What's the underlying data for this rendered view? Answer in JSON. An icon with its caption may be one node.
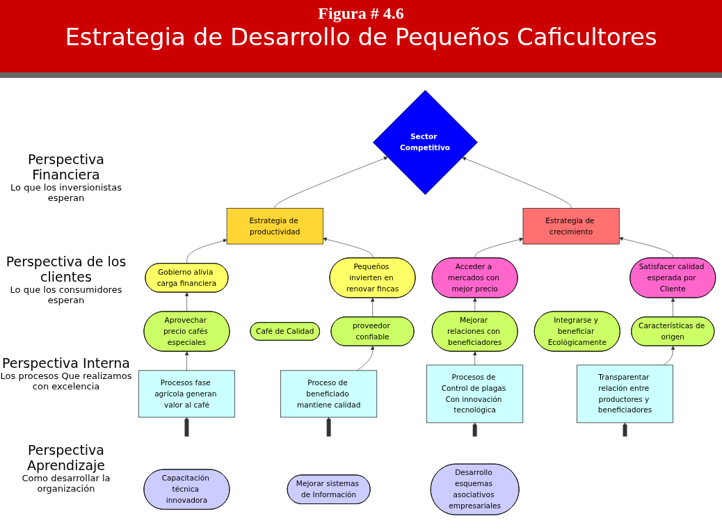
{
  "diagram": {
    "title": "Estrategia de Desarrollo de Pequeños Caficultores",
    "nodes": [
      {
        "text": [
          "Sector Competitivo"
        ]
      },
      {
        "text": [
          "Estrategia de productividad"
        ]
      },
      {
        "text": [
          "Estrategia de crecimiento"
        ]
      },
      {
        "text": [
          "Gobierno alivia carga financiera"
        ]
      },
      {
        "text": [
          "Pequeños invierten en renovar fincas"
        ]
      },
      {
        "text": [
          "Acceder a mercados con mejor precio"
        ]
      },
      {
        "text": [
          "Satisfacer calidad esperada por Cliente"
        ]
      },
      {
        "text": [
          "Aprovechar precio cafés especiales"
        ]
      },
      {
        "text": [
          "Café de Calidad"
        ]
      },
      {
        "text": [
          "proveedor confiable"
        ]
      },
      {
        "text": [
          "Mejorar relaciones con beneficiadores"
        ]
      },
      {
        "text": [
          "Integrarse y beneficiar Ecológicamente"
        ]
      },
      {
        "text": [
          "Características de origen"
        ]
      },
      {
        "text": [
          "Procesos fase agrícola generan valor al café"
        ]
      },
      {
        "text": [
          "Proceso de beneficiado mantiene calidad"
        ]
      },
      {
        "text": [
          "Procesos de Control de plagas Con innovación tecnológica"
        ]
      },
      {
        "text": [
          "Transparentar relación entre productores y beneficiadores"
        ]
      },
      {
        "text": [
          "Capacitación técnica innovadora"
        ]
      },
      {
        "text": [
          "Mejorar sistemas de Información"
        ]
      },
      {
        "text": [
          "Desarrollo esquemas asociativos empresariales"
        ]
      }
    ],
    "edges": [
      {
        "from": 1,
        "to": 0,
        "arrow": "to"
      },
      {
        "from": 2,
        "to": 0,
        "arrow": "to"
      },
      {
        "from": 3,
        "to": 1,
        "arrow": "to"
      },
      {
        "from": 4,
        "to": 1,
        "arrow": "to"
      },
      {
        "from": 5,
        "to": 2,
        "arrow": "to"
      },
      {
        "from": 6,
        "to": 2,
        "arrow": "to"
      },
      {
        "from": 7,
        "to": 3,
        "arrow": "to"
      },
      {
        "from": 9,
        "to": 4,
        "arrow": "to"
      },
      {
        "from": 10,
        "to": 5,
        "arrow": "to"
      },
      {
        "from": 12,
        "to": 6,
        "arrow": "to"
      },
      {
        "from": 13,
        "to": 7,
        "arrow": "to"
      },
      {
        "from": 14,
        "to": 9,
        "arrow": "to"
      },
      {
        "from": 15,
        "to": 10,
        "arrow": "to"
      },
      {
        "from": 16,
        "to": 12,
        "arrow": "to"
      },
      {
        "from": null,
        "to": 13,
        "arrow": "to",
        "style": "thick"
      },
      {
        "from": null,
        "to": 14,
        "arrow": "to",
        "style": "thick"
      },
      {
        "from": null,
        "to": 15,
        "arrow": "to",
        "style": "thick"
      },
      {
        "from": null,
        "to": 16,
        "arrow": "to",
        "style": "thick"
      }
    ],
    "labels": [
      "Figura # 4.6",
      "Perspectiva Financiera",
      "Lo que los inversionistas esperan",
      "Perspectiva de los clientes",
      "Lo que los consumidores esperan",
      "Perspectiva Interna",
      "Los procesos Que realizamos con excelencia",
      "Perspectiva Aprendizaje",
      "Como desarrollar la organización"
    ]
  }
}
